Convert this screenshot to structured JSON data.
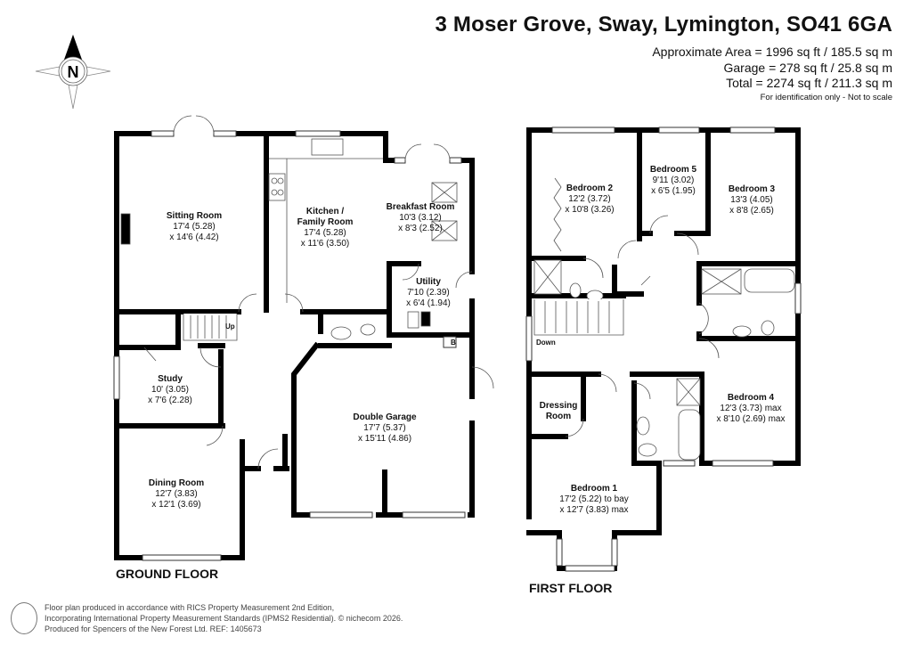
{
  "header": {
    "address": "3 Moser Grove, Sway, Lymington, SO41 6GA",
    "approx_area": "Approximate Area = 1996 sq ft / 185.5 sq m",
    "garage_area": "Garage = 278 sq ft / 25.8 sq m",
    "total_area": "Total = 2274 sq ft / 211.3 sq m",
    "disclaimer": "For identification only - Not to scale"
  },
  "compass": {
    "letter": "N",
    "icon": "north-compass-icon"
  },
  "ground_floor": {
    "label": "GROUND FLOOR",
    "stairs_label": "Up",
    "boiler_label": "B",
    "rooms": [
      {
        "name": "Sitting Room",
        "dim1": "17'4 (5.28)",
        "dim2": "x 14'6 (4.42)"
      },
      {
        "name": "Kitchen /",
        "name2": "Family Room",
        "dim1": "17'4 (5.28)",
        "dim2": "x 11'6 (3.50)"
      },
      {
        "name": "Breakfast Room",
        "dim1": "10'3 (3.12)",
        "dim2": "x 8'3 (2.52)"
      },
      {
        "name": "Utility",
        "dim1": "7'10 (2.39)",
        "dim2": "x 6'4 (1.94)"
      },
      {
        "name": "Study",
        "dim1": "10' (3.05)",
        "dim2": "x 7'6 (2.28)"
      },
      {
        "name": "Dining Room",
        "dim1": "12'7 (3.83)",
        "dim2": "x 12'1 (3.69)"
      },
      {
        "name": "Double Garage",
        "dim1": "17'7 (5.37)",
        "dim2": "x 15'11 (4.86)"
      }
    ]
  },
  "first_floor": {
    "label": "FIRST FLOOR",
    "stairs_label": "Down",
    "rooms": [
      {
        "name": "Bedroom 2",
        "dim1": "12'2 (3.72)",
        "dim2": "x 10'8 (3.26)"
      },
      {
        "name": "Bedroom 5",
        "dim1": "9'11 (3.02)",
        "dim2": "x 6'5 (1.95)"
      },
      {
        "name": "Bedroom 3",
        "dim1": "13'3 (4.05)",
        "dim2": "x 8'8 (2.65)"
      },
      {
        "name": "Bedroom 4",
        "dim1": "12'3 (3.73) max",
        "dim2": "x 8'10 (2.69) max"
      },
      {
        "name": "Dressing",
        "name2": "Room"
      },
      {
        "name": "Bedroom 1",
        "dim1": "17'2 (5.22) to bay",
        "dim2": "x 12'7 (3.83) max"
      }
    ]
  },
  "footer": {
    "line1": "Floor plan produced in accordance with RICS Property Measurement 2nd Edition,",
    "line2": "Incorporating International Property Measurement Standards (IPMS2 Residential).   © nichecom 2026.",
    "line3": "Produced for Spencers of the New Forest Ltd.   REF:  1405673"
  }
}
